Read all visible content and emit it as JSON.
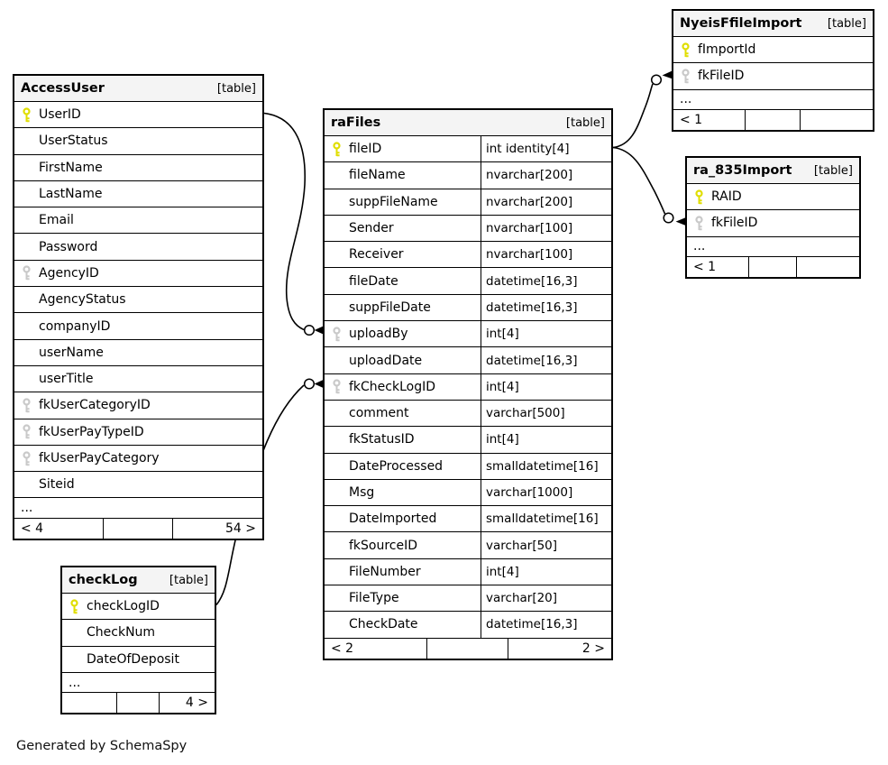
{
  "diagram": {
    "generated_by": "Generated by SchemaSpy"
  },
  "colors": {
    "primary_key": "#e0de00",
    "foreign_key": "#c9c9c9",
    "header_bg": "#f4f4f4",
    "border": "#000000"
  },
  "tables": [
    {
      "id": "accessuser",
      "title": "AccessUser",
      "tag": "[table]",
      "columns": [
        {
          "key": "pk",
          "name": "UserID"
        },
        {
          "name": "UserStatus"
        },
        {
          "name": "FirstName"
        },
        {
          "name": "LastName"
        },
        {
          "name": "Email"
        },
        {
          "name": "Password"
        },
        {
          "key": "fk",
          "name": "AgencyID"
        },
        {
          "name": "AgencyStatus"
        },
        {
          "name": "companyID"
        },
        {
          "name": "userName"
        },
        {
          "name": "userTitle"
        },
        {
          "key": "fk",
          "name": "fkUserCategoryID"
        },
        {
          "key": "fk",
          "name": "fkUserPayTypeID"
        },
        {
          "key": "fk",
          "name": "fkUserPayCategory"
        },
        {
          "name": "Siteid"
        }
      ],
      "ellipsis": "...",
      "footer": [
        "< 4",
        "",
        "54 >"
      ]
    },
    {
      "id": "rafiles",
      "title": "raFiles",
      "tag": "[table]",
      "columns": [
        {
          "key": "pk",
          "name": "fileID",
          "type": "int identity[4]"
        },
        {
          "name": "fileName",
          "type": "nvarchar[200]"
        },
        {
          "name": "suppFileName",
          "type": "nvarchar[200]"
        },
        {
          "name": "Sender",
          "type": "nvarchar[100]"
        },
        {
          "name": "Receiver",
          "type": "nvarchar[100]"
        },
        {
          "name": "fileDate",
          "type": "datetime[16,3]"
        },
        {
          "name": "suppFileDate",
          "type": "datetime[16,3]"
        },
        {
          "key": "fk",
          "name": "uploadBy",
          "type": "int[4]"
        },
        {
          "name": "uploadDate",
          "type": "datetime[16,3]"
        },
        {
          "key": "fk",
          "name": "fkCheckLogID",
          "type": "int[4]"
        },
        {
          "name": "comment",
          "type": "varchar[500]"
        },
        {
          "name": "fkStatusID",
          "type": "int[4]"
        },
        {
          "name": "DateProcessed",
          "type": "smalldatetime[16]"
        },
        {
          "name": "Msg",
          "type": "varchar[1000]"
        },
        {
          "name": "DateImported",
          "type": "smalldatetime[16]"
        },
        {
          "name": "fkSourceID",
          "type": "varchar[50]"
        },
        {
          "name": "FileNumber",
          "type": "int[4]"
        },
        {
          "name": "FileType",
          "type": "varchar[20]"
        },
        {
          "name": "CheckDate",
          "type": "datetime[16,3]"
        }
      ],
      "footer": [
        "< 2",
        "",
        "2 >"
      ]
    },
    {
      "id": "nyeisffileimport",
      "title": "NyeisFfileImport",
      "tag": "[table]",
      "columns": [
        {
          "key": "pk",
          "name": "fImportId"
        },
        {
          "key": "fk",
          "name": "fkFileID"
        }
      ],
      "ellipsis": "...",
      "footer": [
        "< 1",
        "",
        ""
      ]
    },
    {
      "id": "ra835import",
      "title": "ra_835Import",
      "tag": "[table]",
      "columns": [
        {
          "key": "pk",
          "name": "RAID"
        },
        {
          "key": "fk",
          "name": "fkFileID"
        }
      ],
      "ellipsis": "...",
      "footer": [
        "< 1",
        "",
        ""
      ]
    },
    {
      "id": "checklog",
      "title": "checkLog",
      "tag": "[table]",
      "columns": [
        {
          "key": "pk",
          "name": "checkLogID"
        },
        {
          "name": "CheckNum"
        },
        {
          "name": "DateOfDeposit"
        }
      ],
      "ellipsis": "...",
      "footer": [
        "",
        "",
        "4 >"
      ]
    }
  ],
  "relationships": [
    {
      "from": "AccessUser.UserID",
      "to": "raFiles.uploadBy"
    },
    {
      "from": "checkLog.checkLogID",
      "to": "raFiles.fkCheckLogID"
    },
    {
      "from": "raFiles.fileID",
      "to": "NyeisFfileImport.fkFileID"
    },
    {
      "from": "raFiles.fileID",
      "to": "ra_835Import.fkFileID"
    }
  ]
}
